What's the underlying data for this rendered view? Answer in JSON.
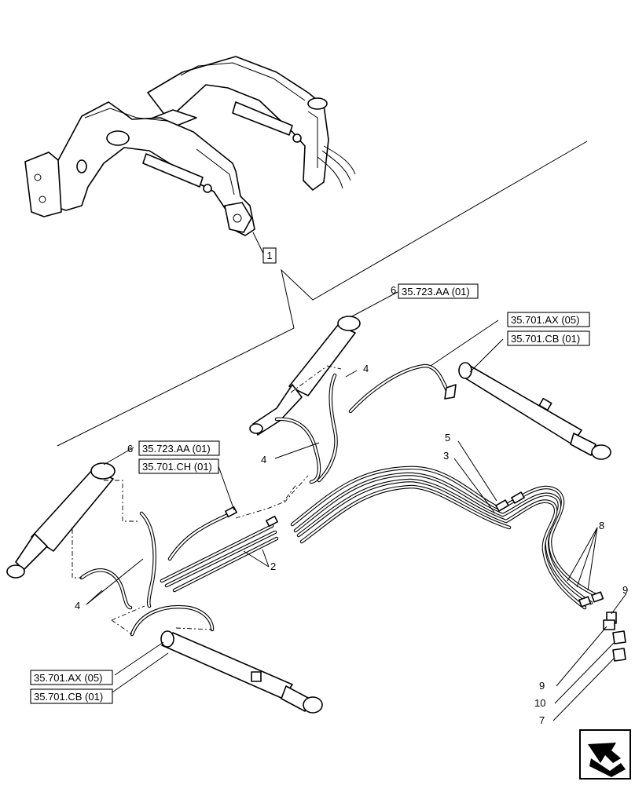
{
  "parent_index": "1",
  "callouts": {
    "c2": "2",
    "c3": "3",
    "c4a": "4",
    "c4b": "4",
    "c5": "5",
    "c6a": "6",
    "c6b": "6",
    "c7": "7",
    "c8": "8",
    "c9a": "9",
    "c9b": "9",
    "c10": "10"
  },
  "references": {
    "r1": "35.723.AA (01)",
    "r2": "35.701.AX (05)",
    "r3": "35.701.CB (01)",
    "r4": "35.723.AA (01)",
    "r5": "35.701.CH (01)",
    "r6": "35.701.AX (05)",
    "r7": "35.701.CB (01)"
  },
  "icons": [
    "loader-frame",
    "hydraulic-cylinder",
    "hydraulic-hose",
    "navigation-arrow-icon"
  ]
}
